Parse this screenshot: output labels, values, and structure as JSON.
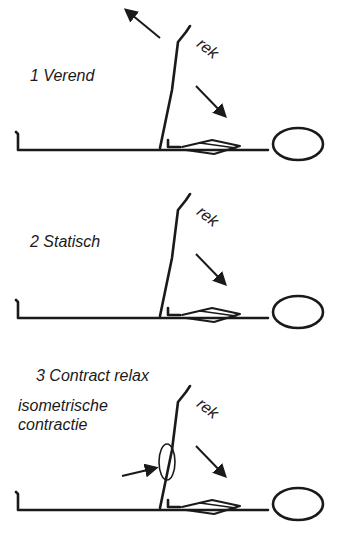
{
  "diagram": {
    "labels": [
      "rek",
      "1 Verend",
      "rek",
      "2 Statisch",
      "3 Contract relax",
      "isometrische contractie",
      "rek"
    ]
  }
}
